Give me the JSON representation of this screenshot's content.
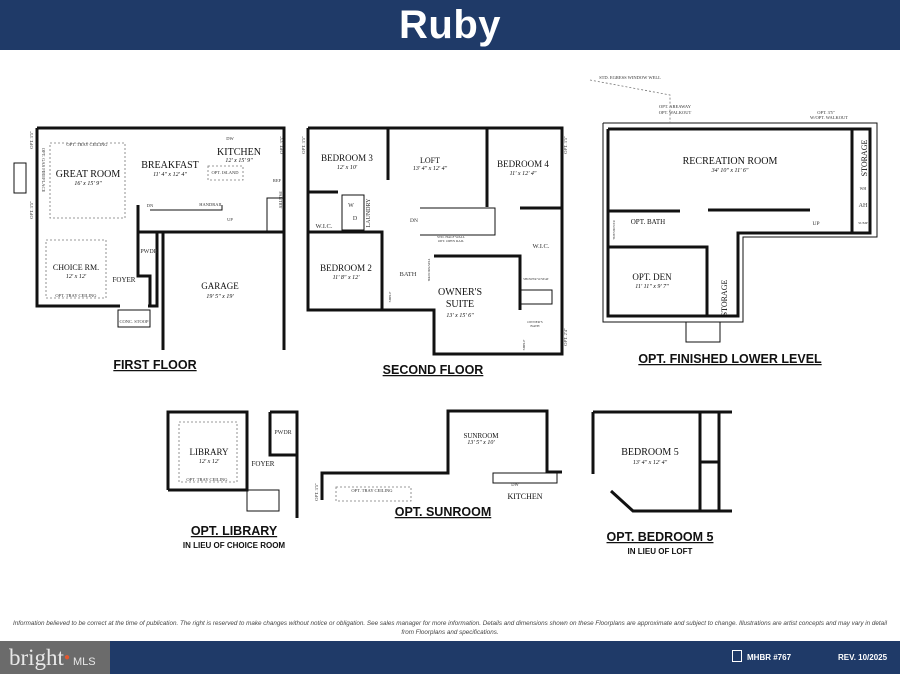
{
  "header": {
    "title": "Ruby"
  },
  "first_floor": {
    "title": "FIRST FLOOR",
    "great_room": {
      "name": "GREAT ROOM",
      "dims": "16' x 15' 9\""
    },
    "great_room_tray": "OPT. TRAY CEILING",
    "gas_fireplace": "OPT. GAS FIREPLACE",
    "window_opt_1": "OPT. 3'5\"",
    "window_opt_2": "OPT. 3'5\"",
    "window_opt_3": "OPT. 3'5\"",
    "breakfast": {
      "name": "BREAKFAST",
      "dims": "11' 4\" x 12' 4\""
    },
    "kitchen": {
      "name": "KITCHEN",
      "dims": "12' x 15' 9\""
    },
    "island": "OPT. ISLAND",
    "dw": "DW",
    "ref": "REF",
    "pantry": "PANTRY",
    "handrail": "HANDRAIL",
    "dn": "DN",
    "up": "UP",
    "pwdr": "PWDR",
    "foyer": "FOYER",
    "choice_room": {
      "name": "CHOICE RM.",
      "dims": "12' x 12'"
    },
    "choice_tray": "OPT. TRAY CEILING",
    "garage": {
      "name": "GARAGE",
      "dims": "19' 5\" x 19'"
    },
    "stoop": "CONC. STOOP"
  },
  "second_floor": {
    "title": "SECOND FLOOR",
    "bedroom3": {
      "name": "BEDROOM 3",
      "dims": "12' x 10'"
    },
    "loft": {
      "name": "LOFT",
      "dims": "13' 4\" x 12' 4\""
    },
    "bedroom4": {
      "name": "BEDROOM 4",
      "dims": "11' x 12' 4\""
    },
    "washer": "W",
    "dryer": "D",
    "laundry": "LAUNDRY",
    "wic1": "W.I.C.",
    "wic2": "W.I.C.",
    "dn": "DN",
    "half_wall": "STD. HALF WALL",
    "open_rail": "OPT. OPEN RAIL",
    "bedroom2": {
      "name": "BEDROOM 2",
      "dims": "11' 8\" x 12'"
    },
    "bath": "BATH",
    "tub_shower": "TUB/SHOWER",
    "shelf1": "SHELF",
    "shelf2": "SHELF",
    "owners_suite_1": "OWNER'S",
    "owners_suite_2": "SUITE",
    "owners_suite_dims": "13' x 15' 6\"",
    "shower_seat": "SHOWER W/SEAT",
    "owners_bath_1": "OWNER'S",
    "owners_bath_2": "BATH",
    "window_opt_1": "OPT. 3'5\"",
    "window_opt_2": "OPT. 3'5\"",
    "window_opt_3": "OPT. 2'4\""
  },
  "lower_level": {
    "title": "OPT. FINISHED LOWER LEVEL",
    "egress": "STD. EGRESS WINDOW WELL",
    "areaway": "OPT. AREAWAY",
    "walkout": "OPT. WALKOUT",
    "door_opt_1": "OPT. 3'5\"",
    "door_opt_2": "W/OPT. WALKOUT",
    "recreation": {
      "name": "RECREATION ROOM",
      "dims": "34' 10\" x 11' 6\""
    },
    "storage1": "STORAGE",
    "wh": "WH",
    "ah": "AH",
    "sump": "SUMP",
    "up": "UP",
    "bath": "OPT. BATH",
    "tub_shower": "TUB/SHOWER",
    "den": {
      "name": "OPT. DEN",
      "dims": "11' 11\" x 9' 7\""
    },
    "storage2": "STORAGE"
  },
  "library": {
    "title": "OPT. LIBRARY",
    "subtitle": "IN LIEU OF CHOICE ROOM",
    "room": {
      "name": "LIBRARY",
      "dims": "12' x 12'"
    },
    "tray": "OPT. TRAY CEILING",
    "pwdr": "PWDR",
    "foyer": "FOYER"
  },
  "sunroom": {
    "title": "OPT. SUNROOM",
    "room": {
      "name": "SUNROOM",
      "dims": "13' 5\" x 10'"
    },
    "tray": "OPT. TRAY CEILING",
    "kitchen": "KITCHEN",
    "dw": "DW",
    "window_opt": "OPT. 3'5\""
  },
  "bedroom5": {
    "title": "OPT. BEDROOM 5",
    "subtitle": "IN LIEU OF LOFT",
    "room": {
      "name": "BEDROOM 5",
      "dims": "13' 4\" x 12' 4\""
    }
  },
  "disclaimer": "Information believed to be correct at the time of publication. The right is reserved to make changes without notice or obligation. See sales manager for more information. Details and dimensions shown on these Floorplans are approximate and subject to change. Illustrations are artist concepts and may vary in detail from Floorplans and specifications.",
  "footer": {
    "logo_text": "bright",
    "logo_suffix": "MLS",
    "mhbr": "MHBR #767",
    "revision": "REV. 10/2025"
  },
  "colors": {
    "brand_navy": "#1f3a68",
    "logo_grey": "#6b6b6b",
    "logo_accent": "#e4572e"
  }
}
